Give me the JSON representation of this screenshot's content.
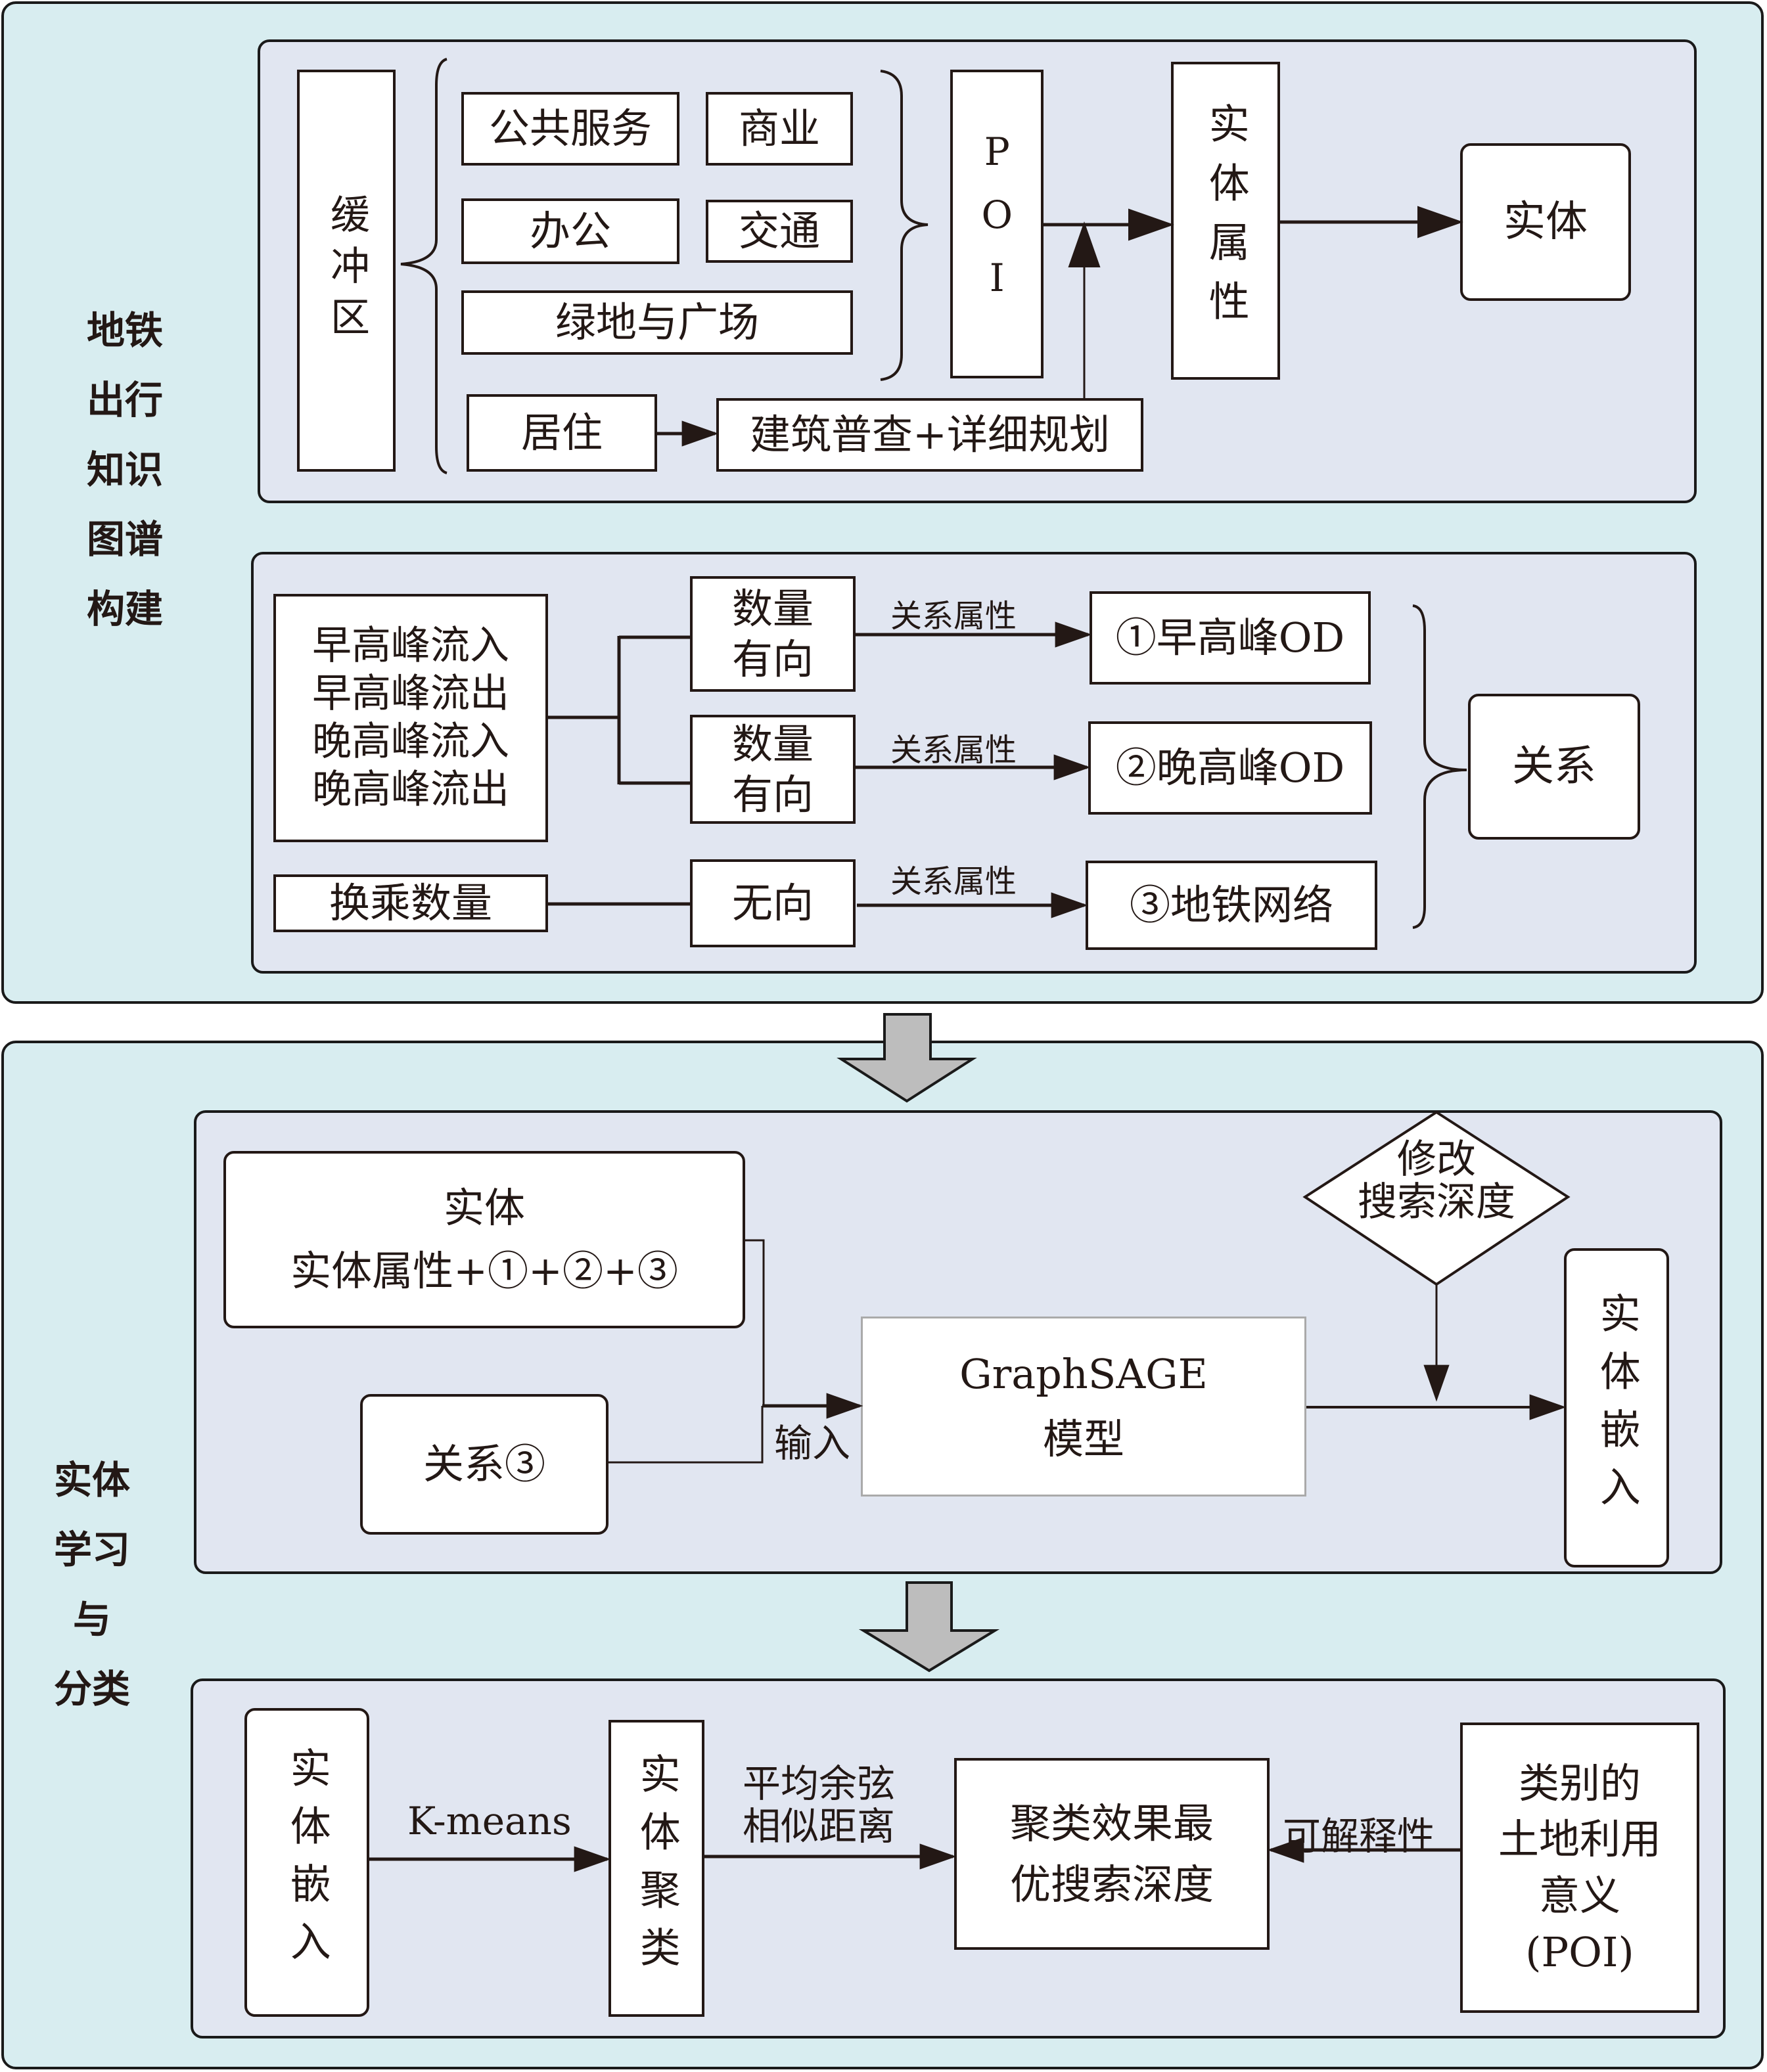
{
  "sections": {
    "kg_construction": {
      "label": "地铁\n出行\n知识\n图谱\n构建",
      "entity_panel": {
        "buffer_zone": "缓冲区",
        "poi_categories": [
          "公共服务",
          "商业",
          "办公",
          "交通",
          "绿地与广场"
        ],
        "residential": "居住",
        "building_census": "建筑普查+详细规划",
        "poi": "POI",
        "entity_attributes": "实体属性",
        "entity": "实体"
      },
      "relation_panel": {
        "flows": "早高峰流入\n早高峰流出\n晚高峰流入\n晚高峰流出",
        "quantity_directed_1": "数量\n有向",
        "quantity_directed_2": "数量\n有向",
        "transfer_count": "换乘数量",
        "undirected": "无向",
        "relation_attr_label": "关系属性",
        "morning_od": "①早高峰OD",
        "evening_od": "②晚高峰OD",
        "metro_network": "③地铁网络",
        "relation": "关系"
      }
    },
    "entity_learning": {
      "label": "实体\n学习\n与\n分类",
      "model_panel": {
        "entity_input": "实体\n实体属性+①+②+③",
        "relation_input": "关系③",
        "input_label": "输入",
        "model": "GraphSAGE\n模型",
        "modify_depth": "修改\n搜索深度",
        "entity_embedding": "实体嵌入"
      },
      "clustering_panel": {
        "entity_embedding": "实体嵌入",
        "kmeans_label": "K-means",
        "entity_clusters": "实体聚类",
        "cosine_label": "平均余弦\n相似距离",
        "optimal_depth": "聚类效果最\n优搜索深度",
        "interpretability_label": "可解释性",
        "land_use_meaning": "类别的\n土地利用\n意义\n(POI)"
      }
    }
  },
  "colors": {
    "outer_bg": "#d8edf0",
    "inner_bg": "#e1e6f1",
    "stroke": "#231815",
    "flow_arrow_fill": "#bdbdbd"
  }
}
